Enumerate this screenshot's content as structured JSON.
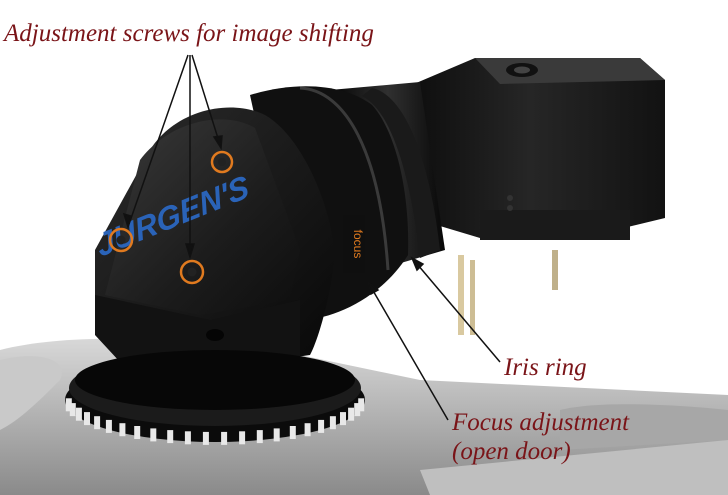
{
  "annotations": {
    "screws": "Adjustment screws for image shifting",
    "iris": "Iris ring",
    "focus_line1": "Focus adjustment",
    "focus_line2": "(open door)"
  },
  "device": {
    "logo_text": "JURGEN'S",
    "focus_tag": "focus"
  },
  "colors": {
    "label_color": "#7a1418",
    "logo_color": "#2a63b8",
    "screw_ring_color": "#e07a1f",
    "focus_tag_color": "#e07a1f"
  }
}
